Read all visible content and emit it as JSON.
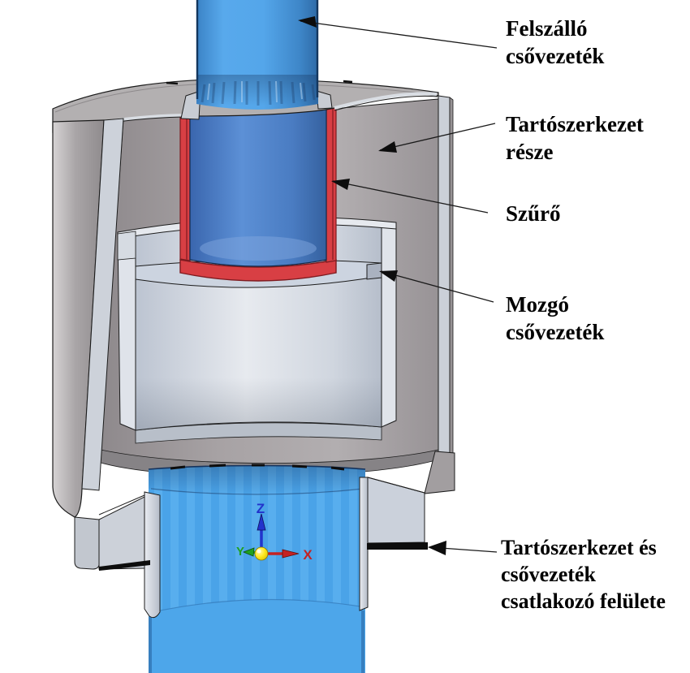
{
  "diagram": {
    "type": "cad-cutaway-section",
    "labels": {
      "riser_pipe": "Felszálló\ncsővezeték",
      "support_structure": "Tartószerkezet\nrésze",
      "filter": "Szűrő",
      "moving_pipe": "Mozgó\ncsővezeték",
      "connection_surface": "Tartószerkezet és\ncsővezeték\ncsatlakozó felülete"
    },
    "axis_triad": {
      "x": "X",
      "y": "Y",
      "z": "Z",
      "x_color": "#c42222",
      "y_color": "#1fa11f",
      "z_color": "#2233cc",
      "origin_color": "#ffe81f"
    },
    "colors": {
      "riser_pipe_blue": "#4fa3e8",
      "inner_pipe_blue": "#4a7fc6",
      "filter_red": "#d83f44",
      "structure_gray": "#a8a4a6",
      "cut_face_gray": "#ccd1d9",
      "moving_pipe_gray": "#dde2e9",
      "bottom_pipe_blue": "#4da6ea",
      "connection_line_black": "#0d0d0d"
    }
  }
}
